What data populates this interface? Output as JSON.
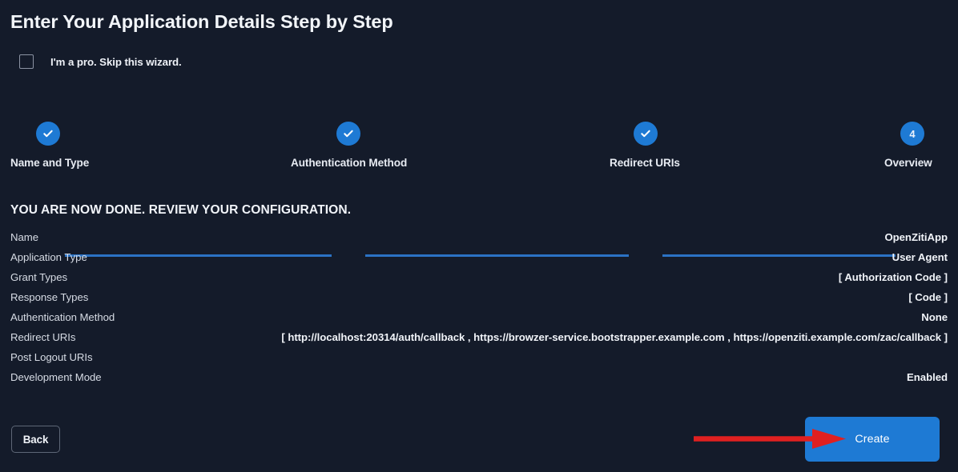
{
  "theme": {
    "background": "#141b2a",
    "accent": "#1e7ad4",
    "line": "#2b72c4",
    "annotation": "#e02020",
    "text_primary": "#f0f3f8",
    "text_muted": "#d6dbe4"
  },
  "header": {
    "title": "Enter Your Application Details Step by Step"
  },
  "skip_wizard": {
    "label": "I'm a pro. Skip this wizard.",
    "checked": false
  },
  "stepper": {
    "current_step": 4,
    "steps": [
      {
        "label": "Name and Type",
        "state": "complete",
        "marker": "check-icon"
      },
      {
        "label": "Authentication Method",
        "state": "complete",
        "marker": "check-icon"
      },
      {
        "label": "Redirect URIs",
        "state": "complete",
        "marker": "check-icon"
      },
      {
        "label": "Overview",
        "state": "current",
        "marker": "4"
      }
    ]
  },
  "review": {
    "heading": "YOU ARE NOW DONE. REVIEW YOUR CONFIGURATION.",
    "rows": [
      {
        "key": "Name",
        "value": "OpenZitiApp"
      },
      {
        "key": "Application Type",
        "value": "User Agent"
      },
      {
        "key": "Grant Types",
        "value": "[ Authorization Code ]"
      },
      {
        "key": "Response Types",
        "value": "[ Code ]"
      },
      {
        "key": "Authentication Method",
        "value": "None"
      },
      {
        "key": "Redirect URIs",
        "value": "[ http://localhost:20314/auth/callback , https://browzer-service.bootstrapper.example.com , https://openziti.example.com/zac/callback ]"
      },
      {
        "key": "Post Logout URIs",
        "value": ""
      },
      {
        "key": "Development Mode",
        "value": "Enabled"
      }
    ]
  },
  "footer": {
    "back_label": "Back",
    "create_label": "Create"
  },
  "annotation": {
    "type": "arrow",
    "color": "#e02020",
    "points_to": "create-button"
  }
}
